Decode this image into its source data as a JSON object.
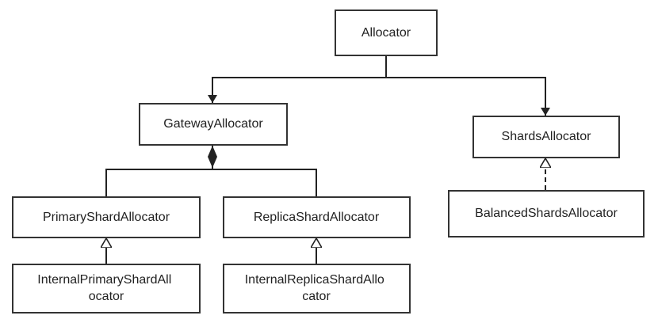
{
  "nodes": {
    "allocator": {
      "label": [
        "Allocator"
      ]
    },
    "gateway_allocator": {
      "label": [
        "GatewayAllocator"
      ]
    },
    "shards_allocator": {
      "label": [
        "ShardsAllocator"
      ]
    },
    "primary_shard_allocator": {
      "label": [
        "PrimaryShardAllocator"
      ]
    },
    "replica_shard_allocator": {
      "label": [
        "ReplicaShardAllocator"
      ]
    },
    "balanced_shards_allocator": {
      "label": [
        "BalancedShardsAllocator"
      ]
    },
    "internal_primary_shard_allocator": {
      "label": [
        "InternalPrimaryShardAll",
        "ocator"
      ]
    },
    "internal_replica_shard_allocator": {
      "label": [
        "InternalReplicaShardAllo",
        "cator"
      ]
    }
  },
  "relations": [
    {
      "from": "allocator",
      "to": "gateway_allocator",
      "type": "association"
    },
    {
      "from": "allocator",
      "to": "shards_allocator",
      "type": "association"
    },
    {
      "from": "gateway_allocator",
      "to": "primary_shard_allocator",
      "type": "composition"
    },
    {
      "from": "gateway_allocator",
      "to": "replica_shard_allocator",
      "type": "composition"
    },
    {
      "from": "internal_primary_shard_allocator",
      "to": "primary_shard_allocator",
      "type": "inheritance"
    },
    {
      "from": "internal_replica_shard_allocator",
      "to": "replica_shard_allocator",
      "type": "inheritance"
    },
    {
      "from": "balanced_shards_allocator",
      "to": "shards_allocator",
      "type": "realization"
    }
  ]
}
